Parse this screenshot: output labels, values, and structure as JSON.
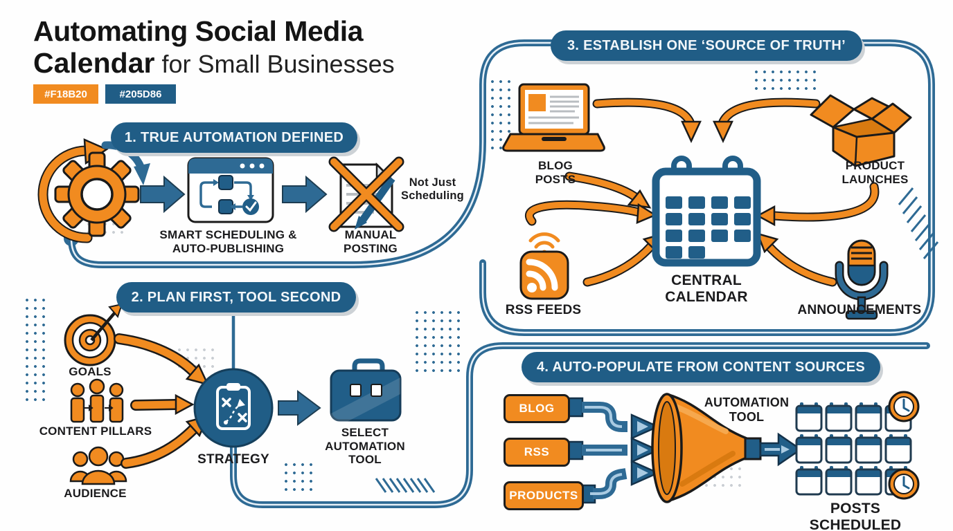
{
  "meta": {
    "description": "Infographic: Automating Social Media Calendar for Small Businesses"
  },
  "palette": {
    "orange": "#F18B20",
    "blue": "#205D86",
    "road_blue": "#2e6a94",
    "road_stripe": "#e8f1f8",
    "light_blue": "#aacbe2",
    "text_dark": "#1b1b1d",
    "shadow_gray": "#cdd2d6"
  },
  "title": {
    "line1": "Automating Social Media",
    "line2_bold": "Calendar",
    "line2_regular": " for Small Businesses",
    "swatches": [
      {
        "label": "#F18B20",
        "color": "#F18B20"
      },
      {
        "label": "#205D86",
        "color": "#205D86"
      }
    ]
  },
  "section1": {
    "header": "1. TRUE AUTOMATION DEFINED",
    "step1_label": "SMART SCHEDULING & AUTO-PUBLISHING",
    "step2_label": "MANUAL POSTING",
    "note": "Not Just Scheduling",
    "icons": [
      "gear-sync-icon",
      "workflow-browser-icon",
      "no-manual-posting-icon"
    ]
  },
  "section2": {
    "header": "2. PLAN FIRST, TOOL SECOND",
    "inputs": [
      {
        "label": "GOALS",
        "icon": "target-icon"
      },
      {
        "label": "CONTENT PILLARS",
        "icon": "pillars-icon"
      },
      {
        "label": "AUDIENCE",
        "icon": "audience-icon"
      }
    ],
    "center_label": "STRATEGY",
    "center_icon": "strategy-clipboard-icon",
    "output_label": "SELECT AUTOMATION TOOL",
    "output_icon": "briefcase-icon"
  },
  "section3": {
    "header": "3. ESTABLISH ONE ‘SOURCE OF TRUTH’",
    "sources": [
      {
        "label": "BLOG POSTS",
        "icon": "laptop-blog-icon"
      },
      {
        "label": "PRODUCT LAUNCHES",
        "icon": "open-box-icon"
      },
      {
        "label": "RSS FEEDS",
        "icon": "rss-icon"
      },
      {
        "label": "ANNOUNCEMENTS",
        "icon": "microphone-icon"
      }
    ],
    "center_label": "CENTRAL CALENDAR",
    "center_icon": "calendar-icon"
  },
  "section4": {
    "header": "4. AUTO-POPULATE FROM CONTENT SOURCES",
    "sources": [
      "BLOG",
      "RSS",
      "PRODUCTS"
    ],
    "funnel_label": "AUTOMATION TOOL",
    "result_label": "POSTS SCHEDULED",
    "icons": [
      "funnel-icon",
      "mini-calendar-grid",
      "clock-icon"
    ]
  }
}
